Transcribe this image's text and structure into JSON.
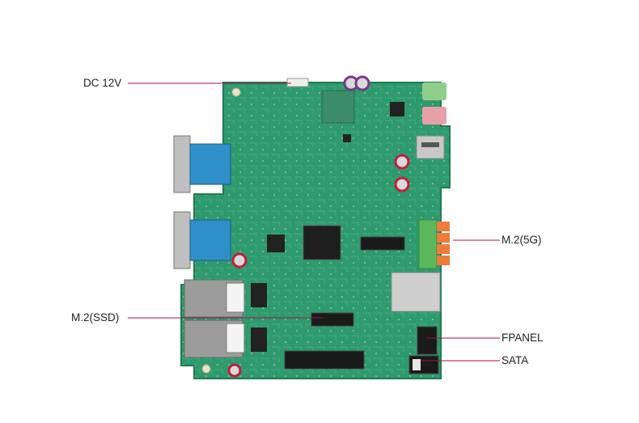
{
  "labels": {
    "dc": "DC 12V",
    "m2_5g": "M.2(5G)",
    "m2_ssd": "M.2(SSD)",
    "fpanel": "FPANEL",
    "sata": "SATA"
  },
  "colors": {
    "pcb": "#2f9a6e",
    "pcb_dark": "#1f7a52",
    "leader_line": "#a0134a",
    "db9_blue": "#2f8fc8",
    "terminal_orange": "#f07a3a",
    "terminal_green": "#5cb85c"
  }
}
